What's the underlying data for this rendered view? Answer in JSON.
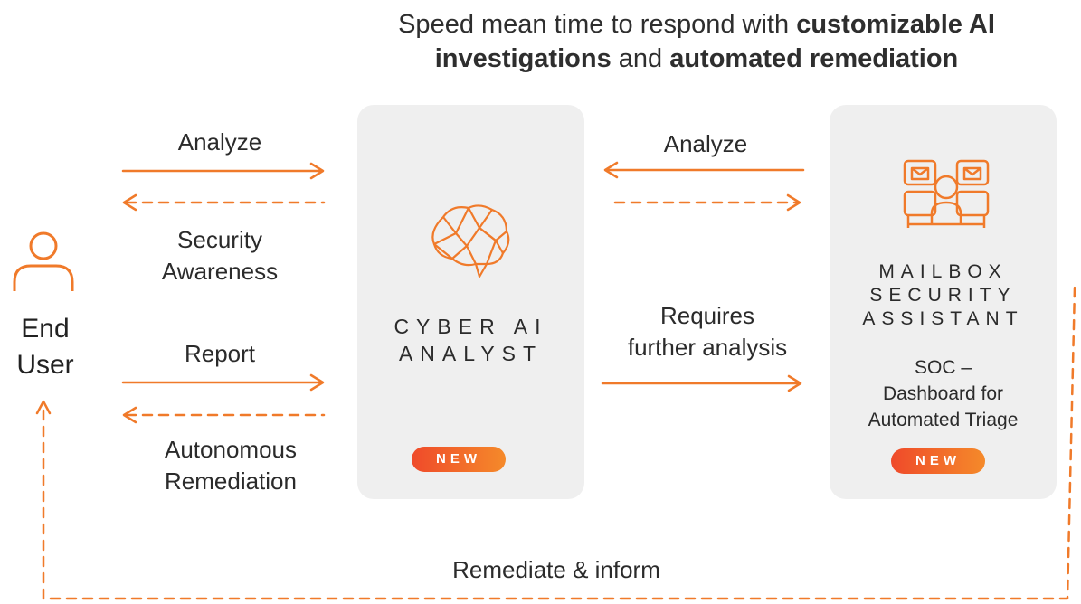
{
  "header": {
    "line1_pre": "Speed mean time to respond with ",
    "line1_bold": "customizable AI",
    "line2_bold1": "investigations",
    "line2_mid": " and ",
    "line2_bold2": "automated remediation"
  },
  "end_user": {
    "line1": "End",
    "line2": "User"
  },
  "left_flows": {
    "analyze": "Analyze",
    "awareness_1": "Security",
    "awareness_2": "Awareness",
    "report": "Report",
    "remediation_1": "Autonomous",
    "remediation_2": "Remediation"
  },
  "cyber_card": {
    "line1": "CYBER AI",
    "line2": "ANALYST",
    "badge": "NEW"
  },
  "right_flows": {
    "analyze": "Analyze",
    "requires_1": "Requires",
    "requires_2": "further analysis"
  },
  "mailbox_card": {
    "line1": "MAILBOX",
    "line2": "SECURITY",
    "line3": "ASSISTANT",
    "soc_1": "SOC –",
    "soc_2": "Dashboard for",
    "soc_3": "Automated Triage",
    "badge": "NEW"
  },
  "bottom": {
    "remediate": "Remediate & inform"
  },
  "colors": {
    "accent": "#f07a2a",
    "card": "#efefef",
    "text": "#2b2b2b"
  },
  "icons": [
    "person-icon",
    "brain-icon",
    "mailbox-team-icon"
  ]
}
